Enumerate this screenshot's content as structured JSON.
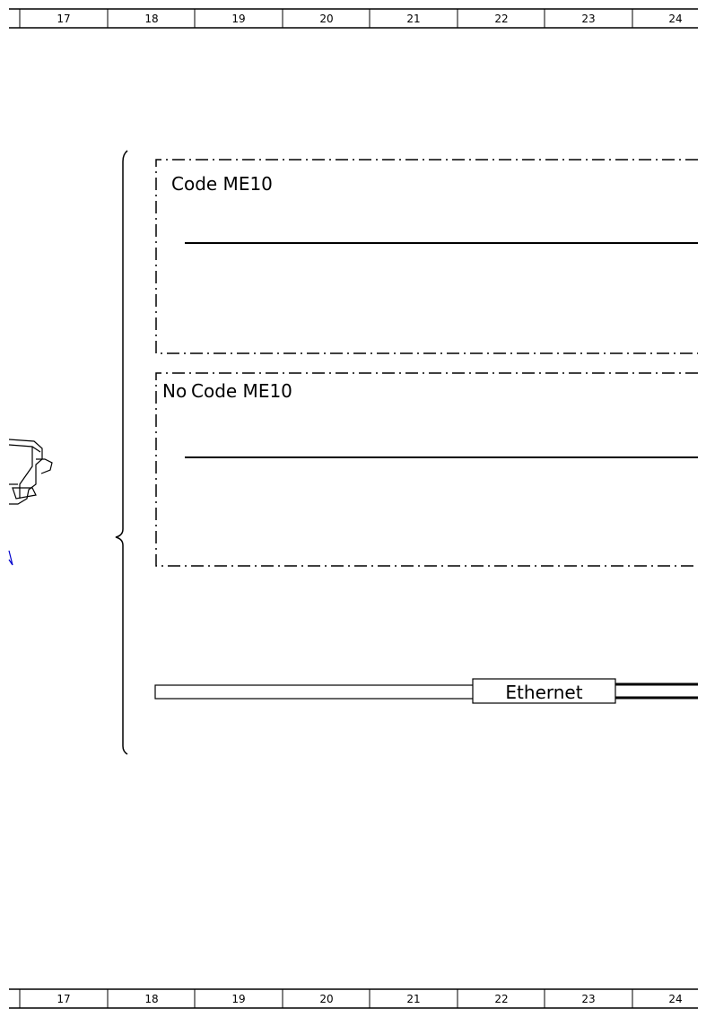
{
  "ruler": {
    "columns": [
      "17",
      "18",
      "19",
      "20",
      "21",
      "22",
      "23",
      "24"
    ]
  },
  "groups": [
    {
      "label": "Code ME10"
    },
    {
      "label_part1": "No",
      "label_part2": "Code ME10"
    }
  ],
  "ethernet": {
    "label": "Ethernet"
  },
  "colors": {
    "line": "#000000",
    "accent": "#0000cc"
  }
}
